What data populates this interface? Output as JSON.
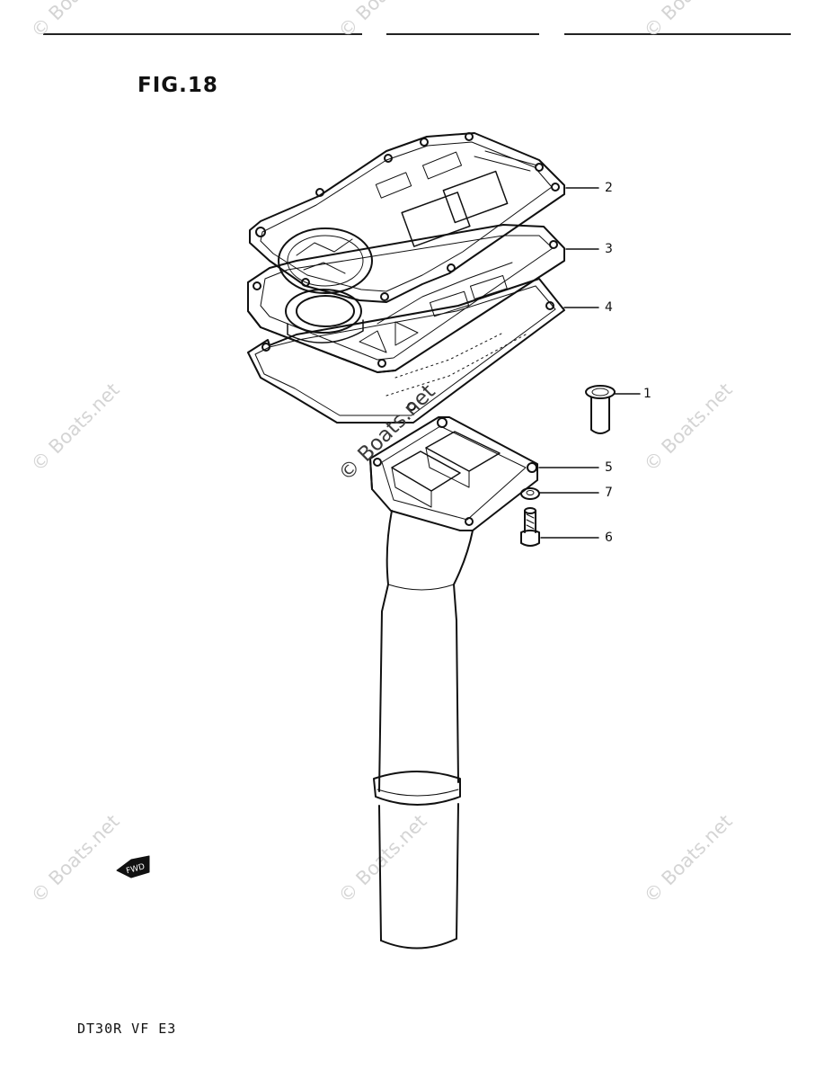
{
  "figure": {
    "title": "FIG.18",
    "model_code": "DT30R VF E3",
    "front_badge": "FWD"
  },
  "callouts": [
    {
      "number": "2",
      "part": "gasket-upper"
    },
    {
      "number": "3",
      "part": "plate"
    },
    {
      "number": "4",
      "part": "gasket-lower"
    },
    {
      "number": "1",
      "part": "dowel-pin"
    },
    {
      "number": "5",
      "part": "exhaust-tube"
    },
    {
      "number": "7",
      "part": "washer"
    },
    {
      "number": "6",
      "part": "bolt"
    }
  ],
  "watermark": {
    "text": "© Boats.net"
  },
  "colors": {
    "line": "#111111",
    "watermark": "#d4d4d4"
  }
}
